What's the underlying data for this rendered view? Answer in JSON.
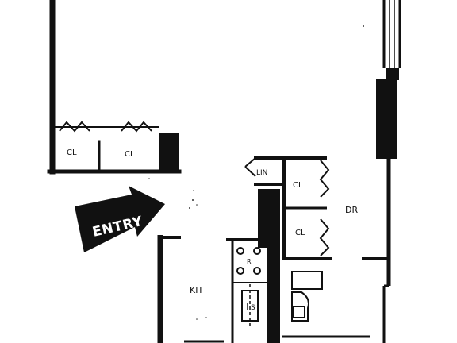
{
  "labels": {
    "closet": "CL",
    "entry": "ENTRY",
    "linen": "LIN",
    "dining_room": "DR",
    "kitchen": "KIT",
    "sink": "S",
    "range": "R"
  },
  "colors": {
    "ink": "#111111",
    "paper": "#ffffff"
  }
}
